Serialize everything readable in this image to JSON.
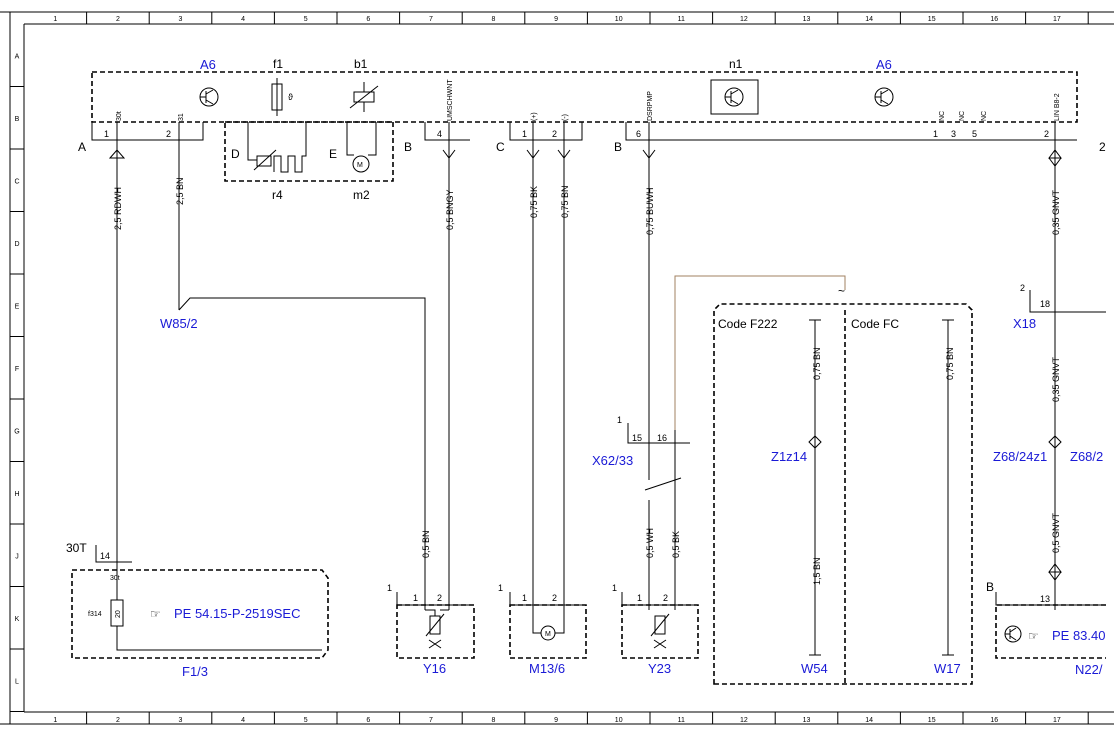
{
  "grid": {
    "cols": [
      "1",
      "2",
      "3",
      "4",
      "5",
      "6",
      "7",
      "8",
      "9",
      "10",
      "11",
      "12",
      "13",
      "14",
      "15",
      "16",
      "17"
    ],
    "rows": [
      "A",
      "B",
      "C",
      "D",
      "E",
      "F",
      "G",
      "H",
      "J",
      "K",
      "L"
    ]
  },
  "components": {
    "a6_left": "A6",
    "f1": "f1",
    "b1": "b1",
    "n1": "n1",
    "a6_right": "A6",
    "r4": "r4",
    "m2": "m2",
    "d": "D",
    "e": "E",
    "w85": "W85/2",
    "f13": "F1/3",
    "y16": "Y16",
    "m136": "M13/6",
    "y23": "Y23",
    "x6233": "X62/33",
    "x18": "X18",
    "z1z14": "Z1z14",
    "w54": "W54",
    "w17": "W17",
    "z6824z1": "Z68/24z1",
    "z682": "Z68/2",
    "n22": "N22/",
    "code_f222": "Code F222",
    "code_fc": "Code FC"
  },
  "connectors": {
    "a": "A",
    "b1": "B",
    "c": "C",
    "b2": "B",
    "t30": "30T",
    "b3": "B",
    "two": "2"
  },
  "pins": {
    "p1": "1",
    "p2": "2",
    "p4": "4",
    "p1c": "1",
    "p2c": "2",
    "p6": "6",
    "p1n": "1",
    "p3n": "3",
    "p5n": "5",
    "p2n": "2",
    "pin30t": "30t",
    "pin31": "31",
    "umschwnt": "UMSCHWNT",
    "plus": "(+)",
    "minus": "(-)",
    "dsrpmp": "DSRPMP",
    "nc1": "NC",
    "nc2": "NC",
    "nc3": "NC",
    "lin": "LIN B8-2",
    "p14": "14",
    "p30t_b": "30t",
    "f314": "f314",
    "f20": "20",
    "y16_1": "1",
    "y16_p1": "1",
    "y16_p2": "2",
    "m13_1": "1",
    "m13_p1": "1",
    "m13_p2": "2",
    "y23_1": "1",
    "y23_p1": "1",
    "y23_p2": "2",
    "x62_1": "1",
    "x62_15": "15",
    "x62_16": "16",
    "x18_2": "2",
    "x18_18": "18",
    "n22_13": "13"
  },
  "wires": {
    "w1": "2,5 RDWH",
    "w2": "2,5 BN",
    "w3": "0,5 BNGY",
    "w4": "0,75 BK",
    "w5": "0,75 BN",
    "w6": "0,75 BUWH",
    "w7": "0,35 GNVT",
    "w8": "0,5 BN",
    "w9": "0,5 WH",
    "w10": "0,5 BK",
    "w11": "0,75 BN",
    "w12": "1,5 BN",
    "w13": "0,75 BN",
    "w14": "0,35 GNVT",
    "w15": "0,5 GNVT"
  },
  "refs": {
    "r1": "PE 54.15-P-2519SEC",
    "r2": "PE 83.40"
  },
  "misc": {
    "tilde": "~"
  }
}
